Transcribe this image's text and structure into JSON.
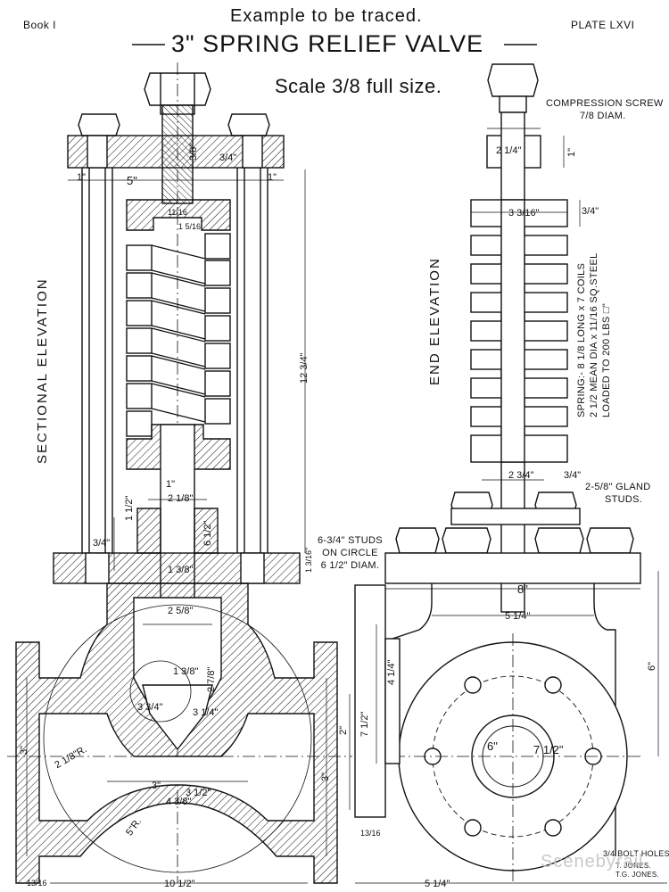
{
  "header": {
    "book": "Book I",
    "plate": "PLATE LXVI",
    "caption": "Example to be traced.",
    "title": "3\" SPRING RELIEF VALVE",
    "scale": "Scale 3/8 full size."
  },
  "views": {
    "sectional": "SECTIONAL ELEVATION",
    "end": "END ELEVATION"
  },
  "notes": {
    "compression_screw": [
      "COMPRESSION SCREW",
      "7/8 DIAM."
    ],
    "studs": [
      "6-3/4\" STUDS",
      "ON CIRCLE",
      "6 1/2\" DIAM."
    ],
    "gland_studs": [
      "2-5/8\" GLAND",
      "STUDS."
    ],
    "spring": [
      "SPRING:- 8 1/8 LONG x 7 COILS",
      "2 1/2 MEAN DIA x 11/16 SQ.STEEL",
      "LOADED TO 200 LBS □\""
    ],
    "bolt_holes": "3/4 BOLT HOLES.",
    "authors": [
      "T. JONES.",
      "T.G. JONES."
    ],
    "watermark": "Scenebyrail"
  },
  "dimensions": {
    "d_1a": "1\"",
    "d_5": "5\"",
    "d_3_8": "3/8\"",
    "d_3_4a": "3/4\"",
    "d_1b": "1\"",
    "d_11_16": "11/16",
    "d_1_5_16": "1 5/16",
    "d_12_3_4": "12 3/4\"",
    "d_1c": "1\"",
    "d_2_1_8": "2 1/8\"",
    "d_6_1_2": "6 1/2\"",
    "d_1_1_2": "1 1/2\"",
    "d_1_3_8": "1 3/8\"",
    "d_2_5_8": "2 5/8\"",
    "d_3_4b": "3/4\"",
    "d_1_3_16": "1 3/16\"",
    "d_1_3_8b": "1 3/8\"",
    "d_3_3_4": "3 3/4\"",
    "d_3_1_4": "3 1/4\"",
    "d_2_7_8": "2 7/8\"",
    "d_3a": "3\"",
    "d_3_1_2": "3 1/2\"",
    "d_4_3_8": "4 3/8\"",
    "d_2_1_8R": "2 1/8\"R.",
    "d_5R": "5\"R.",
    "d_3b": "3\"",
    "d_3c": "3\"",
    "d_10_1_2": "10 1/2\"",
    "d_13_16": "13/16",
    "e_2_1_4": "2 1/4\"",
    "e_1": "1\"",
    "e_3_3_16": "3 3/16\"",
    "e_3_4": "3/4\"",
    "e_2_3_4": "2 3/4\"",
    "e_3_4b": "3/4\"",
    "e_8": "8\"",
    "e_5_1_4": "5 1/4\"",
    "e_6": "6\"",
    "e_4_1_4": "4 1/4\"",
    "e_7_1_2": "7 1/2\"",
    "e_2": "2\"",
    "e_6b": "6\"",
    "e_7_1_2b": "7 1/2\"",
    "e_13_16": "13/16",
    "e_5_1_4b": "5 1/4\""
  }
}
